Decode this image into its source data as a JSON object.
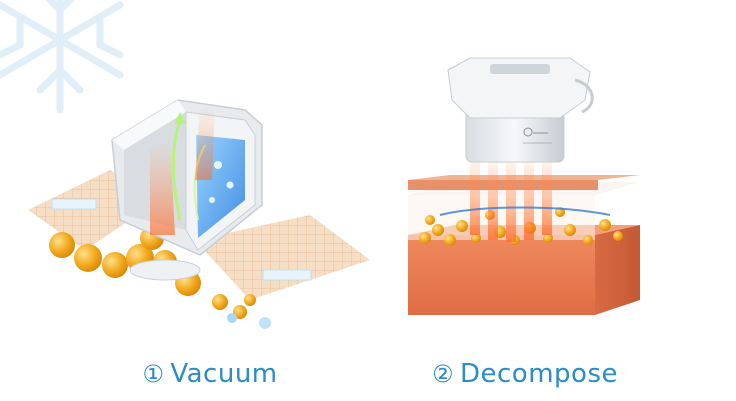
{
  "captions": {
    "vacuum": {
      "number": "①",
      "label": "Vacuum"
    },
    "decompose": {
      "number": "②",
      "label": "Decompose"
    }
  },
  "colors": {
    "caption": "#2a8cc8",
    "grid_skin": "#f3d3b4",
    "fat_cell": "#f2a81c",
    "tissue_block": "#e9825a",
    "heat": "#ff5a2a",
    "cold": "#3a7bd5",
    "snowflake": "#dcedf7",
    "device_body": "#e9ecef"
  },
  "icons": {
    "snowflake": "snowflake-icon",
    "device_left": "vacuum-applicator-icon",
    "device_right": "cryo-handpiece-icon"
  }
}
